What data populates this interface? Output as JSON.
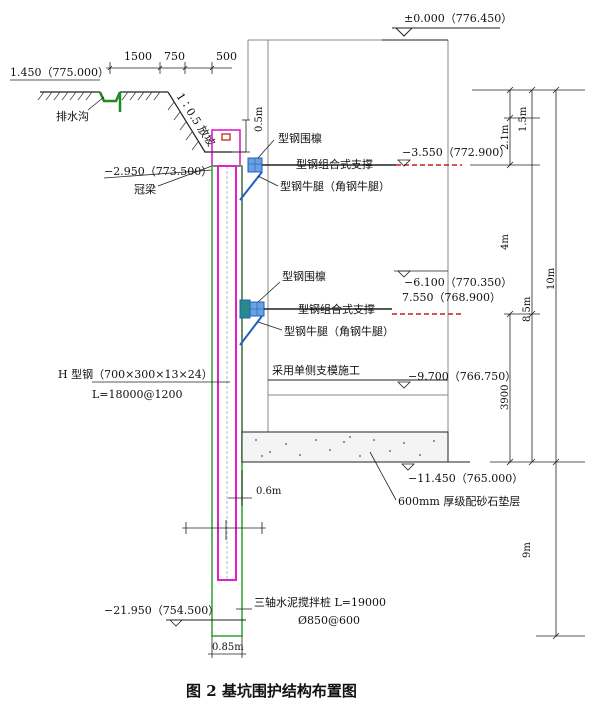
{
  "caption": "图 2  基坑围护结构布置图",
  "elevations": {
    "top": "±0.000（776.450）",
    "ground_left": "1.450（775.000）",
    "crown_beam": "−2.950（773.500）",
    "support1": "−3.550（772.900）",
    "support2_a": "−6.100（770.350）",
    "support2_b": "7.550（768.900）",
    "slab": "−9.700（766.750）",
    "base": "−11.450（765.000）",
    "pile_bottom": "−21.950（754.500）"
  },
  "top_dims": {
    "d1": "1500",
    "d2": "750",
    "d3": "500"
  },
  "labels": {
    "drain": "排水沟",
    "slope": "1∶0.5 放坡",
    "crown": "冠梁",
    "purlin1": "型钢围檩",
    "support1": "型钢组合式支撑",
    "bracket1": "型钢牛腿（角钢牛腿）",
    "purlin2": "型钢围檩",
    "support2": "型钢组合式支撑",
    "bracket2": "型钢牛腿（角钢牛腿）",
    "hsteel1": "H 型钢（700×300×13×24）",
    "hsteel2": "L=18000@1200",
    "formwork": "采用单侧支模施工",
    "cushion": "600mm 厚级配砂石垫层",
    "pile1": "三轴水泥搅拌桩 L=19000",
    "pile2": "Ø850@600"
  },
  "dims": {
    "d05": "0.5m",
    "d06": "0.6m",
    "d085": "0.85m",
    "d15": "1.5m",
    "d21": "2.1m",
    "d4": "4m",
    "d85": "8.5m",
    "d10": "10m",
    "d3900": "3900",
    "d9": "9m"
  },
  "colors": {
    "line": "#222222",
    "hsteel": "#e020c8",
    "pile": "#3aa63a",
    "strut": "#d01818",
    "drain_green": "#1f8a1f",
    "purlin_blue": "#1f5fbf",
    "accent_red": "#d03030"
  }
}
